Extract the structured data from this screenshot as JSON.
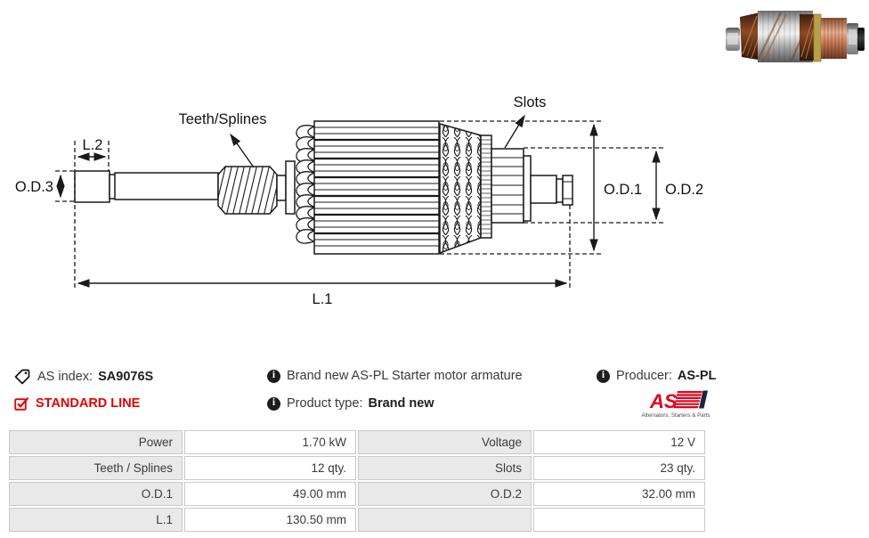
{
  "colors": {
    "accent_red": "#e60000",
    "logo_red": "#e2001a",
    "logo_navy": "#1c2340",
    "drawing_line": "#1a1a1a",
    "table_label_bg": "#e9e9e9",
    "table_border": "#c9c9c9",
    "text": "#3a3a3a"
  },
  "photo": {
    "name": "starter-motor-armature-photo"
  },
  "icons": {
    "as_index": "tag-icon",
    "standard_line": "checkbox-checked-icon",
    "description": "info-icon",
    "product_type": "info-icon",
    "producer": "info-icon"
  },
  "diagram": {
    "labels": {
      "teeth_splines": "Teeth/Splines",
      "slots": "Slots",
      "l2": "L.2",
      "od3": "O.D.3",
      "od1": "O.D.1",
      "od2": "O.D.2",
      "l1": "L.1"
    }
  },
  "info": {
    "as_index": {
      "label": "AS index:",
      "value": "SA9076S"
    },
    "standard_line": "STANDARD LINE",
    "description": "Brand new AS-PL Starter motor armature",
    "product_type": {
      "label": "Product type:",
      "value": "Brand new"
    },
    "producer": {
      "label": "Producer:",
      "value": "AS-PL"
    },
    "logo": {
      "text": "AS",
      "tagline": "Alternators, Starters & Parts"
    }
  },
  "table": {
    "rows": [
      [
        "Power",
        "1.70 kW",
        "Voltage",
        "12 V"
      ],
      [
        "Teeth / Splines",
        "12 qty.",
        "Slots",
        "23 qty."
      ],
      [
        "O.D.1",
        "49.00 mm",
        "O.D.2",
        "32.00 mm"
      ],
      [
        "L.1",
        "130.50 mm",
        "",
        ""
      ]
    ]
  }
}
